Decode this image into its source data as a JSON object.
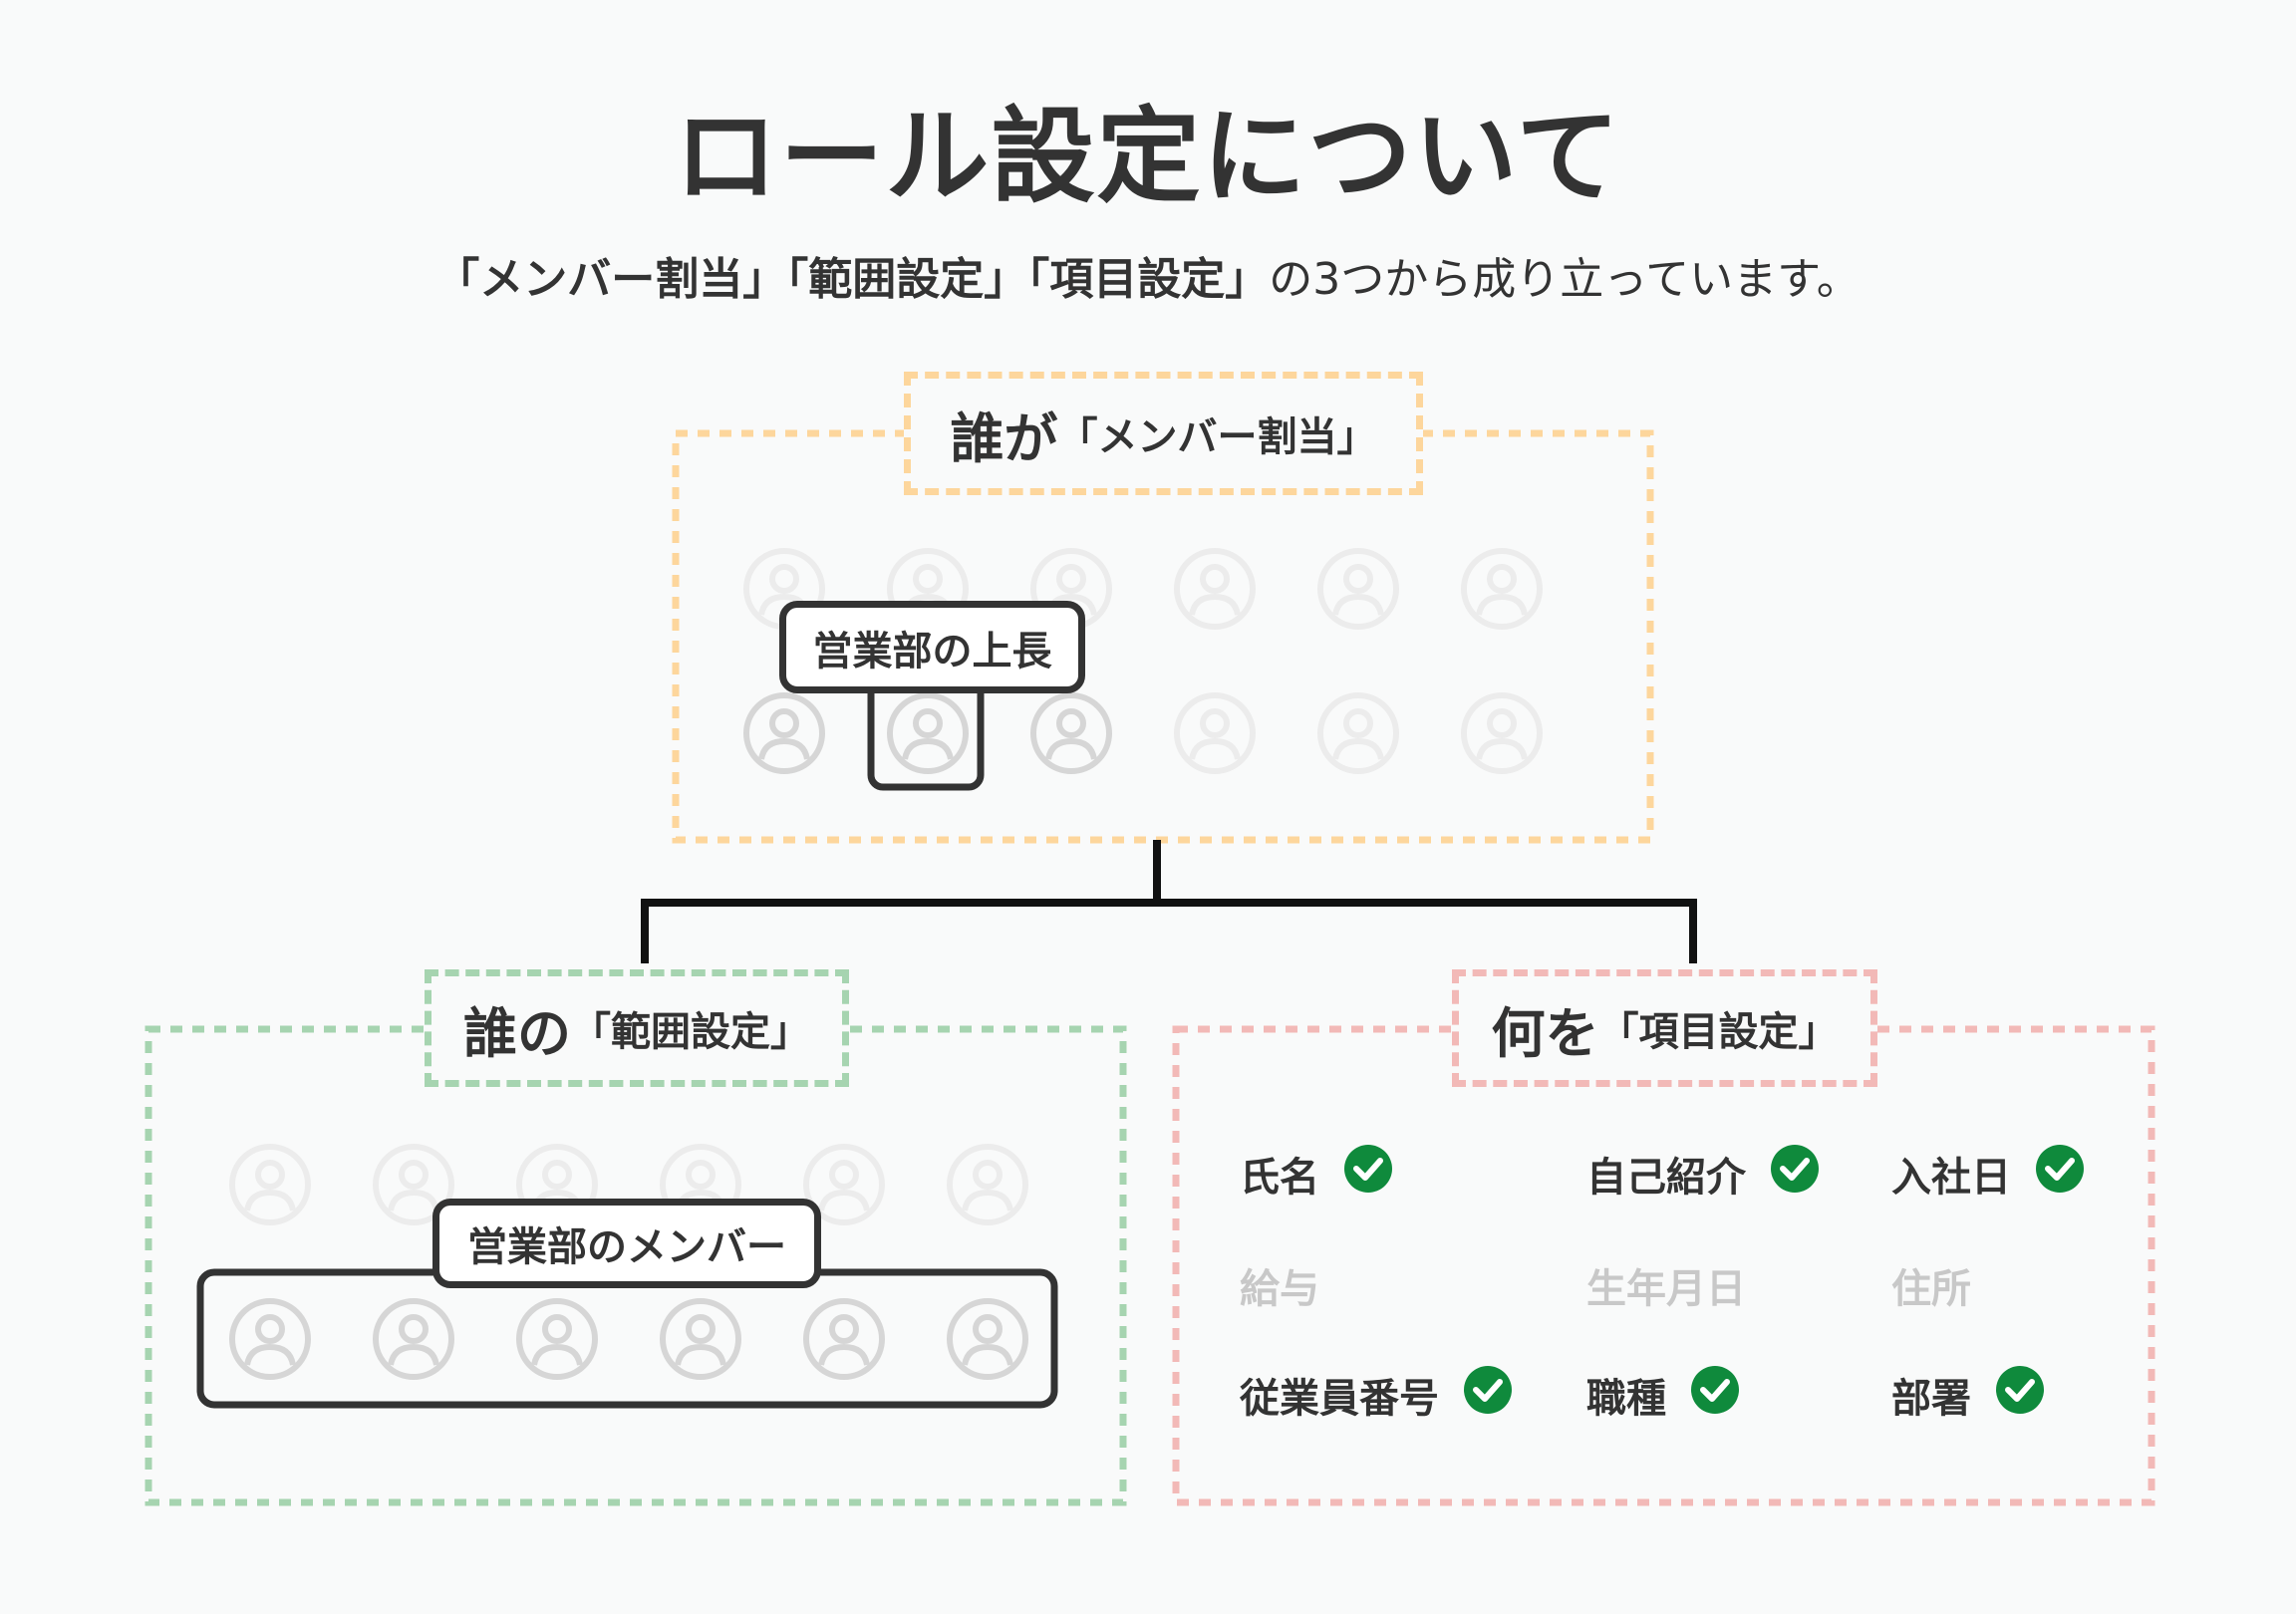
{
  "title": "ロール設定について",
  "subtitle": {
    "part1": "「メンバー割当」",
    "part2": "「範囲設定」",
    "part3": "「項目設定」",
    "rest": "の3つから成り立っています。"
  },
  "sections": {
    "members": {
      "label": "誰が",
      "sublabel": "「メンバー割当」",
      "tag": "営業部の上長",
      "color": "#fdd69c"
    },
    "scope": {
      "label": "誰の",
      "sublabel": "「範囲設定」",
      "tag": "営業部のメンバー",
      "color": "#a6d4b0"
    },
    "fields": {
      "label": "何を",
      "sublabel": "「項目設定」",
      "color": "#f2b9b7"
    }
  },
  "fields": {
    "items": [
      {
        "label": "氏名",
        "checked": true
      },
      {
        "label": "自己紹介",
        "checked": true
      },
      {
        "label": "入社日",
        "checked": true
      },
      {
        "label": "給与",
        "checked": false
      },
      {
        "label": "生年月日",
        "checked": false
      },
      {
        "label": "住所",
        "checked": false
      },
      {
        "label": "従業員番号",
        "checked": true
      },
      {
        "label": "職種",
        "checked": true
      },
      {
        "label": "部署",
        "checked": true
      }
    ]
  },
  "colors": {
    "check": "#0f8a3c",
    "user_icon": "#d6d6d6",
    "user_icon_faded": "#ececec",
    "text": "#333333",
    "text_off": "#c8c8c8"
  },
  "icons": {
    "user": "user-circle-icon",
    "check": "check-circle-icon"
  }
}
